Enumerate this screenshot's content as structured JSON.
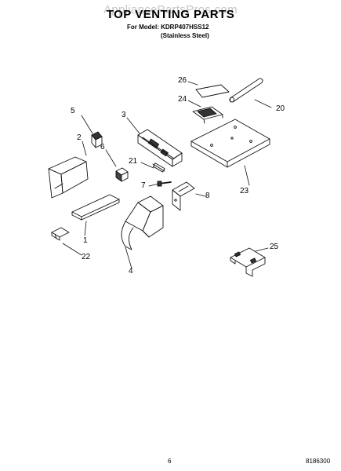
{
  "header": {
    "watermark": "AppliancePartsPros.com",
    "title": "TOP VENTING PARTS",
    "model_line": "For Model: KDRP407HSS12",
    "finish_line": "(Stainless Steel)"
  },
  "callouts": {
    "p1": "1",
    "p2": "2",
    "p3": "3",
    "p4": "4",
    "p5": "5",
    "p6": "6",
    "p7": "7",
    "p8": "8",
    "p20": "20",
    "p21": "21",
    "p22": "22",
    "p23": "23",
    "p24": "24",
    "p25": "25",
    "p26": "26"
  },
  "footer": {
    "page_number": "6",
    "doc_number": "8186300"
  }
}
